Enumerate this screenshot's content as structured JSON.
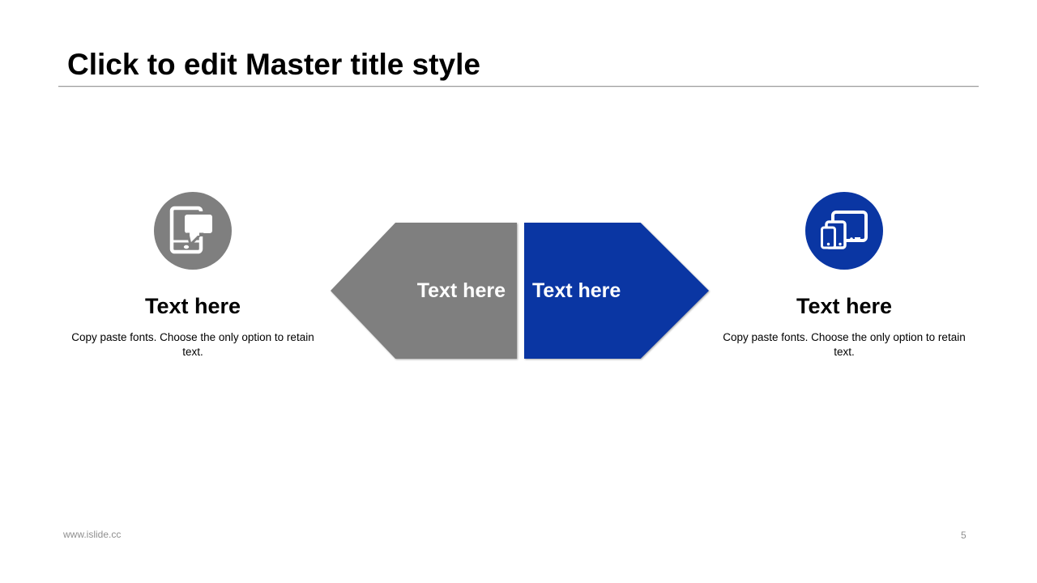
{
  "header": {
    "title": "Click to edit Master title style"
  },
  "left_item": {
    "icon": "phone-chat-icon",
    "heading": "Text here",
    "body": "Copy paste fonts. Choose the only option to retain text."
  },
  "right_item": {
    "icon": "responsive-devices-icon",
    "heading": "Text here",
    "body": "Copy paste fonts. Choose the only option to retain text."
  },
  "arrows": {
    "left_label": "Text here",
    "right_label": "Text here"
  },
  "footer": {
    "url": "www.islide.cc",
    "page_number": "5"
  },
  "colors": {
    "brand_blue": "#0a36a3",
    "neutral_gray": "#7f7f7f",
    "divider_gray": "#9c9c9c",
    "footer_gray": "#8f8f8f",
    "text_black": "#000000",
    "shape_label_white": "#ffffff"
  }
}
